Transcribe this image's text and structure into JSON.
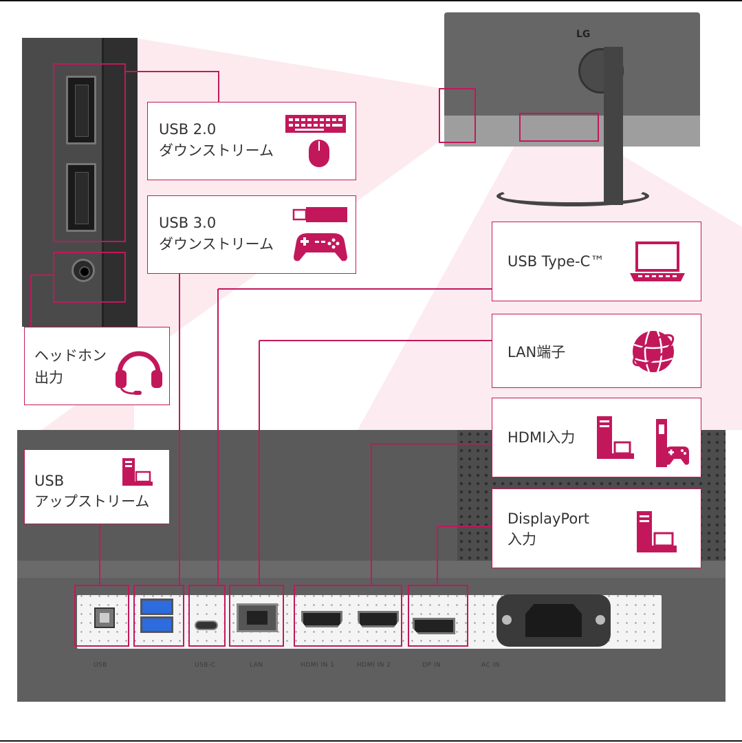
{
  "brand": {
    "logo": "LG"
  },
  "labels": {
    "usb20": {
      "line1": "USB 2.0",
      "line2": "ダウンストリーム"
    },
    "usb30": {
      "line1": "USB 3.0",
      "line2": "ダウンストリーム"
    },
    "headphone": {
      "line1": "ヘッドホン",
      "line2": "出力"
    },
    "usbup": {
      "line1": "USB",
      "line2": "アップストリーム"
    },
    "typec": {
      "line1": "USB Type-C™"
    },
    "lan": {
      "line1": "LAN端子"
    },
    "hdmi": {
      "line1": "HDMI入力"
    },
    "dp": {
      "line1": "DisplayPort",
      "line2": "入力"
    }
  },
  "port_texts": {
    "up": "USB",
    "c": "USB-C",
    "lan": "LAN",
    "hdmi1": "HDMI IN 1",
    "hdmi2": "HDMI IN 2",
    "dp": "DP IN",
    "ac": "AC IN"
  },
  "colors": {
    "accent": "#c2185b",
    "panel_dark": "#4a4a4a",
    "panel_mid": "#5a5a5a",
    "port_plate": "#f4f4f4"
  }
}
